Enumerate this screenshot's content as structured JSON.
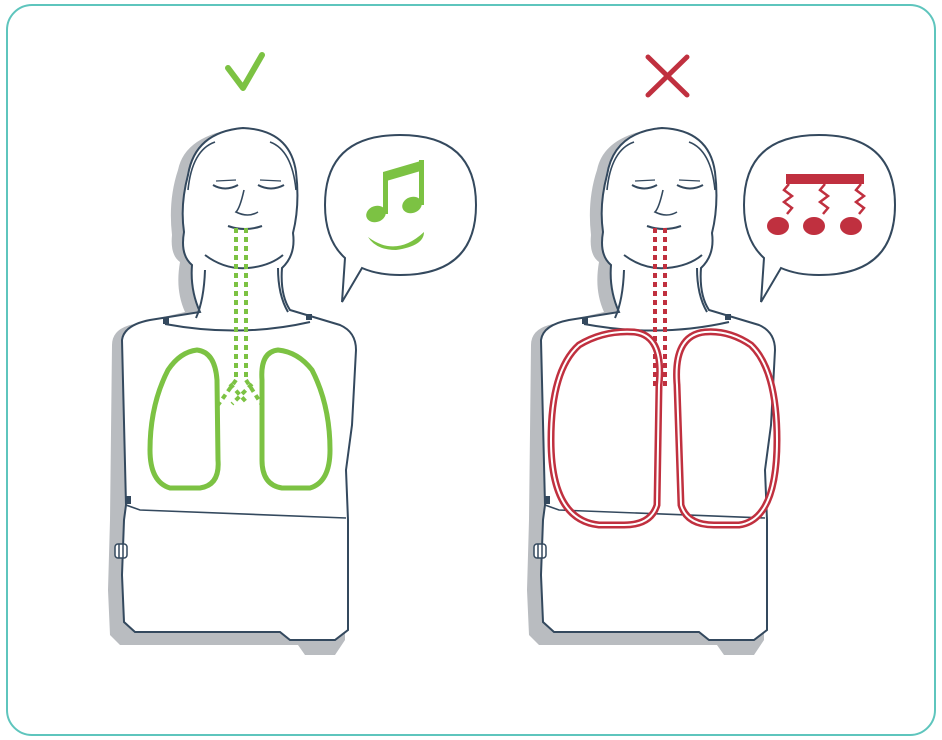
{
  "colors": {
    "frame": "#5ec5bd",
    "correct": "#7cc243",
    "incorrect": "#c0303f",
    "outline": "#34495e",
    "shadow": "#b9bcc0",
    "skin": "#ffffff"
  },
  "panels": [
    {
      "id": "correct",
      "indicator_icon": "checkmark-icon",
      "bubble_icon": "music-note-smile-icon",
      "lungs": "normal"
    },
    {
      "id": "incorrect",
      "indicator_icon": "cross-icon",
      "bubble_icon": "distorted-notes-icon",
      "lungs": "overinflated"
    }
  ]
}
